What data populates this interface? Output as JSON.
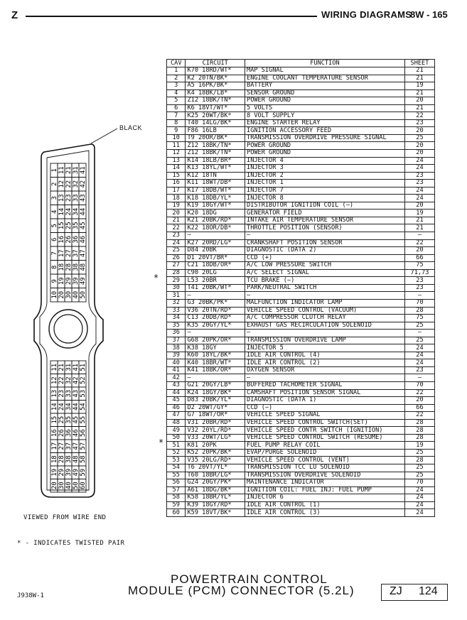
{
  "header": {
    "section_letter": "Z",
    "title": "WIRING DIAGRAMS",
    "page": "8W - 165"
  },
  "table": {
    "columns": [
      "CAV",
      "CIRCUIT",
      "FUNCTION",
      "SHEET"
    ],
    "rows": [
      [
        "1",
        "K70 18RD/WT*",
        "MAP SIGNAL",
        "21"
      ],
      [
        "2",
        "K2 20TN/BK*",
        "ENGINE COOLANT TEMPERATURE SENSOR",
        "21"
      ],
      [
        "3",
        "A5 16PK/BK*",
        "BATTERY",
        "19"
      ],
      [
        "4",
        "K4 18BK/LB*",
        "SENSOR GROUND",
        "21"
      ],
      [
        "5",
        "Z12 18BK/TN*",
        "POWER GROUND",
        "20"
      ],
      [
        "6",
        "K6 18VT/WT*",
        "5 VOLTS",
        "21"
      ],
      [
        "7",
        "K25 20WT/BK*",
        "8 VOLT SUPPLY",
        "22"
      ],
      [
        "8",
        "T40 14LG/BK*",
        "ENGINE STARTER RELAY",
        "23"
      ],
      [
        "9",
        "F86 16LB",
        "IGNITION ACCESSORY FEED",
        "20"
      ],
      [
        "10",
        "T9 20OR/BK*",
        "TRANSMISSION OVERDRIVE PRESSURE SIGNAL",
        "25"
      ],
      [
        "11",
        "Z12 18BK/TN*",
        "POWER GROUND",
        "20"
      ],
      [
        "12",
        "Z12 18BK/TN*",
        "POWER GROUND",
        "20"
      ],
      [
        "13",
        "K14 18LB/BR*",
        "INJECTOR 4",
        "24"
      ],
      [
        "14",
        "K13 18YL/WT*",
        "INJECTOR 3",
        "24"
      ],
      [
        "15",
        "K12 18TN",
        "INJECTOR 2",
        "23"
      ],
      [
        "16",
        "K11 18WT/DB*",
        "INJECTOR 1",
        "23"
      ],
      [
        "17",
        "K17 18DB/WT*",
        "INJECTOR 7",
        "24"
      ],
      [
        "18",
        "K18 18DB/YL*",
        "INJECTOR 8",
        "24"
      ],
      [
        "19",
        "K19 18GY/WT*",
        "DISTRIBUTOR IGNITION COIL (−)",
        "20"
      ],
      [
        "20",
        "K20 18DG",
        "GENERATOR FIELD",
        "19"
      ],
      [
        "21",
        "K21 20BK/RD*",
        "INTAKE AIR TEMPERATURE SENSOR",
        "21"
      ],
      [
        "22",
        "K22 18OR/DB*",
        "THROTTLE POSITION (SENSOR)",
        "21"
      ],
      [
        "23",
        "—",
        "—",
        "—"
      ],
      [
        "24",
        "K27 20RD/LG*",
        "CRANKSHAFT POSITION SENSOR",
        "22"
      ],
      [
        "25",
        "D84 20BK",
        "DIAGNOSTIC (DATA 2)",
        "20"
      ],
      [
        "26",
        "D1 20VT/BR*",
        "CCD (+)",
        "66"
      ],
      [
        "27",
        "C21 18DB/OR*",
        "A/C LOW PRESSURE SWITCH",
        "75"
      ],
      [
        "28",
        "C90 20LG",
        "A/C SELECT SIGNAL",
        "71,73"
      ],
      [
        "29",
        "L53 20BR",
        "TCU BRAKE (−)",
        "23"
      ],
      [
        "30",
        "T41 20BK/WT*",
        "PARK/NEUTRAL SWITCH",
        "23"
      ],
      [
        "31",
        "—",
        "—",
        "—"
      ],
      [
        "32",
        "G3 20BK/PK*",
        "MALFUNCTION INDICATOR LAMP",
        "70"
      ],
      [
        "33",
        "V36 20TN/RD*",
        "VEHICLE SPEED CONTROL (VACUUM)",
        "28"
      ],
      [
        "34",
        "C13 20DB/RD*",
        "A/C COMPRESSOR CLUTCH RELAY",
        "75"
      ],
      [
        "35",
        "K35 20GY/YL*",
        "EXHAUST GAS RECIRCULATION SOLENOID",
        "25"
      ],
      [
        "36",
        "—",
        "—",
        "—"
      ],
      [
        "37",
        "G68 20PK/OR*",
        "TRANSMISSION OVERDRIVE LAMP",
        "25"
      ],
      [
        "38",
        "K38 18GY",
        "INJECTOR 5",
        "24"
      ],
      [
        "39",
        "K60 18YL/BK*",
        "IDLE AIR CONTROL (4)",
        "24"
      ],
      [
        "40",
        "K40 18BR/WT*",
        "IDLE AIR CONTROL (2)",
        "24"
      ],
      [
        "41",
        "K41 18BK/OR*",
        "OXYGEN SENSOR",
        "23"
      ],
      [
        "42",
        "—",
        "—",
        "—"
      ],
      [
        "43",
        "G21 20GY/LB*",
        "BUFFERED TACHOMETER SIGNAL",
        "70"
      ],
      [
        "44",
        "K24 18GY/BK*",
        "CAMSHAFT POSITION SENSOR SIGNAL",
        "22"
      ],
      [
        "45",
        "D83 20BK/YL*",
        "DIAGNOSTIC (DATA 1)",
        "20"
      ],
      [
        "46",
        "D2 20WT/GY*",
        "CCD (−)",
        "66"
      ],
      [
        "47",
        "G7 18WT/OR*",
        "VEHICLE SPEED SIGNAL",
        "22"
      ],
      [
        "48",
        "V31 20BR/RD*",
        "VEHICLE SPEED CONTROL SWITCH(SET)",
        "28"
      ],
      [
        "49",
        "V32 20YL/RD*",
        "VEHICLE SPEED CONTR SWITCH (IGNITION)",
        "28"
      ],
      [
        "50",
        "V33 20WT/LG*",
        "VEHICLE SPEED CONTROL SWITCH (RESUME)",
        "28"
      ],
      [
        "51",
        "K81 20PK",
        "FUEL PUMP RELAY COIL",
        "19"
      ],
      [
        "52",
        "K52 20PK/BK*",
        "EVAP/PURGE SOLENOID",
        "25"
      ],
      [
        "53",
        "V35 20LG/RD*",
        "VEHICLE SPEED CONTROL (VENT)",
        "28"
      ],
      [
        "54",
        "T6 20VT/YL*",
        "TRANSMISSION TCC LU SOLENOID",
        "25"
      ],
      [
        "55",
        "T60 18BR/LG*",
        "TRANSMISSION OVERDRIVE SOLENOID",
        "25"
      ],
      [
        "56",
        "G24 20GY/PK*",
        "MAINTENANCE INDICATOR",
        "70"
      ],
      [
        "57",
        "A61 18DG/BK*",
        "IGNITION COIL: FUEL INJ: FUEL PUMP",
        "24"
      ],
      [
        "58",
        "K58 18BR/YL*",
        "INJECTOR 6",
        "24"
      ],
      [
        "59",
        "K39 18GY/RD*",
        "IDLE AIR CONTROL (1)",
        "24"
      ],
      [
        "60",
        "K59 18VT/BK*",
        "IDLE AIR CONTROL (3)",
        "24"
      ]
    ]
  },
  "connector": {
    "color_label": "BLACK",
    "view_note": "VIEWED FROM WIRE END",
    "legend": "* - INDICATES TWISTED PAIR",
    "twisted_marks": [
      "*",
      "*"
    ]
  },
  "footer": {
    "title_line1": "POWERTRAIN CONTROL",
    "title_line2": "MODULE (PCM) CONNECTOR (5.2L)",
    "drawing_code": "J938W-1",
    "vehicle": "ZJ",
    "number": "124"
  }
}
